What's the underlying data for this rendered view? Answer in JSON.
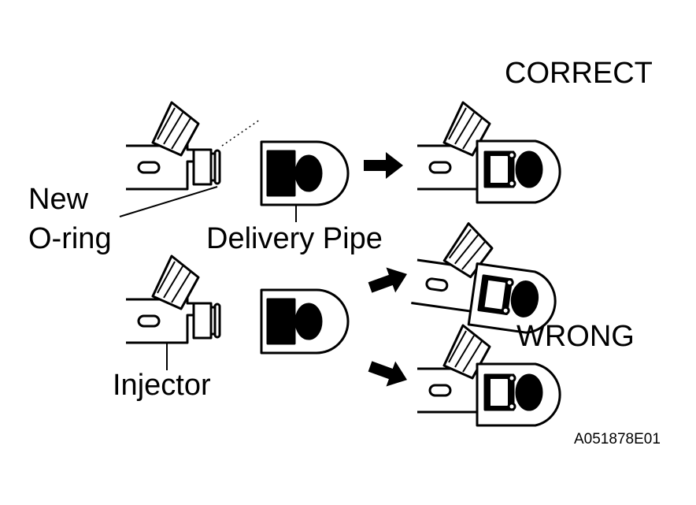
{
  "labels": {
    "correct": "CORRECT",
    "wrong": "WRONG",
    "new_oring_line1": "New",
    "new_oring_line2": "O-ring",
    "delivery_pipe": "Delivery Pipe",
    "injector": "Injector",
    "figure_code": "A051878E01"
  },
  "colors": {
    "ink": "#000000",
    "paper": "#ffffff"
  }
}
